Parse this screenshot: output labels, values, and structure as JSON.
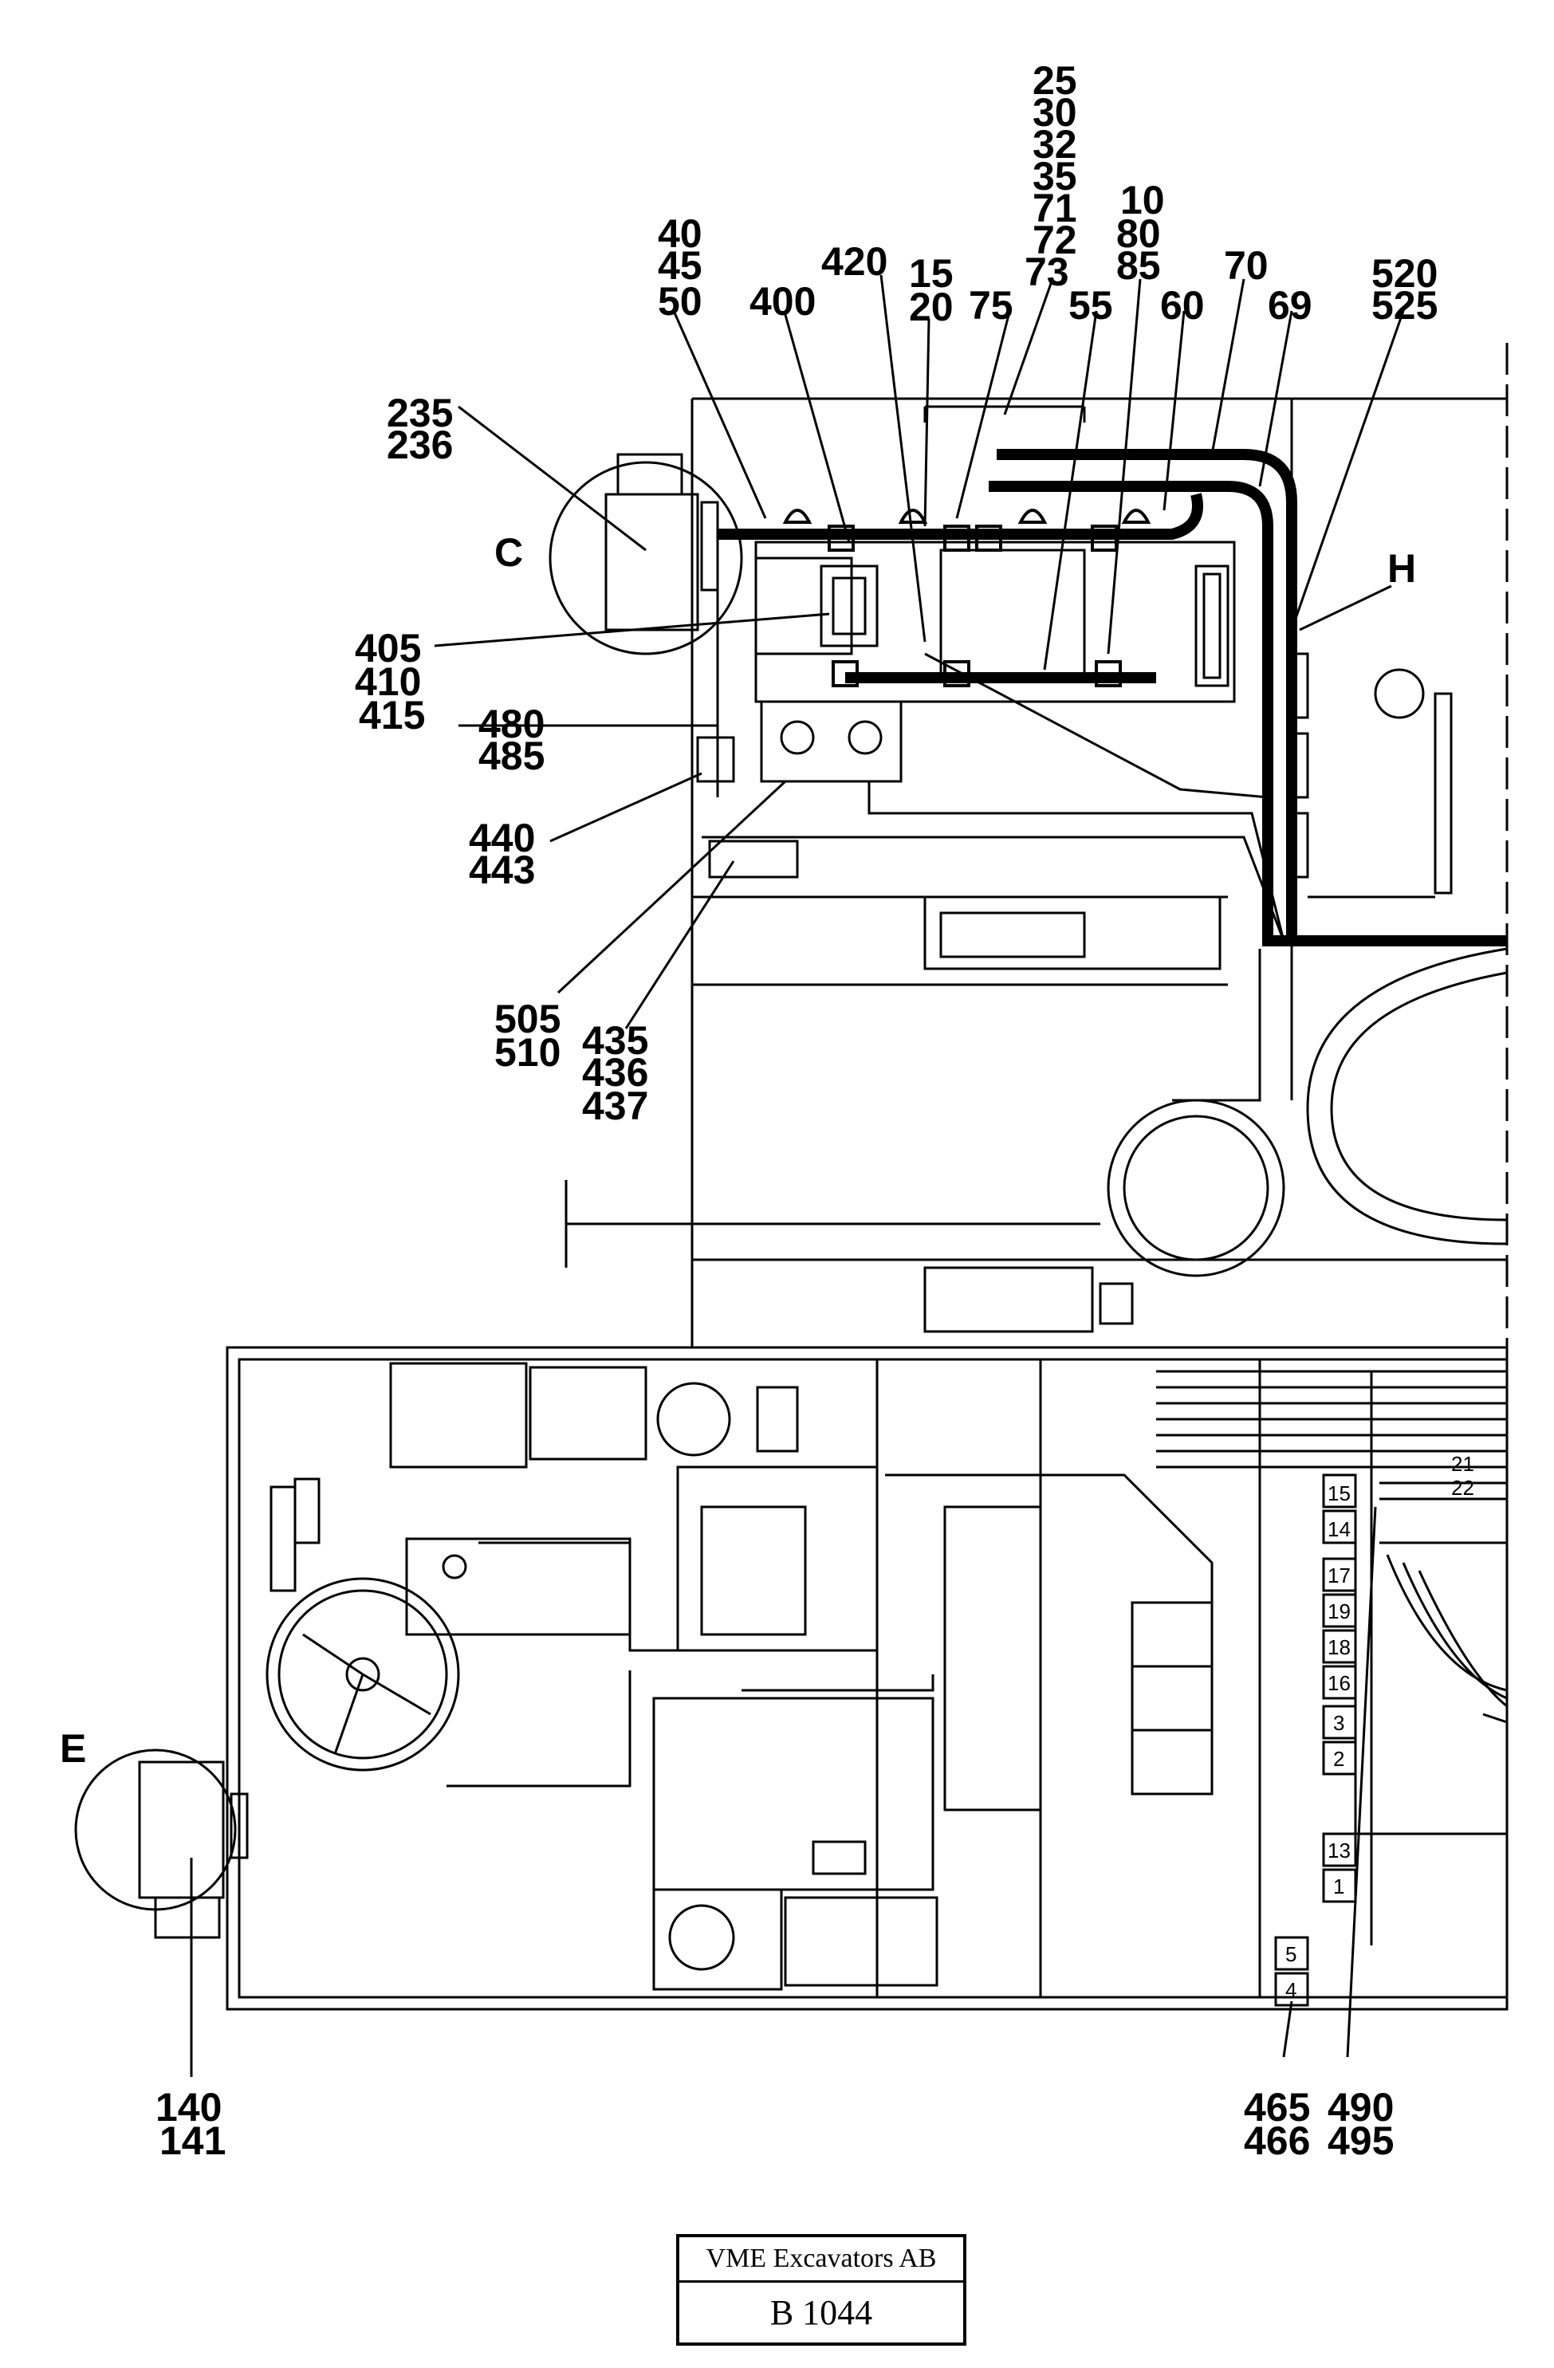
{
  "callouts": {
    "c25": "25",
    "c30": "30",
    "c32": "32",
    "c35": "35",
    "c71": "71",
    "c72": "72",
    "c73": "73",
    "c10": "10",
    "c80": "80",
    "c85": "85",
    "c40": "40",
    "c45": "45",
    "c50": "50",
    "c420": "420",
    "c15": "15",
    "c20": "20",
    "c400": "400",
    "c75": "75",
    "c55": "55",
    "c60": "60",
    "c70": "70",
    "c69": "69",
    "c520": "520",
    "c525": "525",
    "c235": "235",
    "c236": "236",
    "cC": "C",
    "cH": "H",
    "c405": "405",
    "c410": "410",
    "c415": "415",
    "c480": "480",
    "c485": "485",
    "c440": "440",
    "c443": "443",
    "c505": "505",
    "c510": "510",
    "c435": "435",
    "c436": "436",
    "c437": "437",
    "cE": "E",
    "c140": "140",
    "c141": "141",
    "c465": "465",
    "c466": "466",
    "c490": "490",
    "c495": "495"
  },
  "terminals": {
    "t21": "21",
    "t22": "22",
    "t15": "15",
    "t14": "14",
    "t17": "17",
    "t19": "19",
    "t18": "18",
    "t16": "16",
    "t3": "3",
    "t2": "2",
    "t13": "13",
    "t1": "1",
    "t5": "5",
    "t4": "4"
  },
  "title_block": {
    "company": "VME Excavators AB",
    "code": "B 1044"
  }
}
